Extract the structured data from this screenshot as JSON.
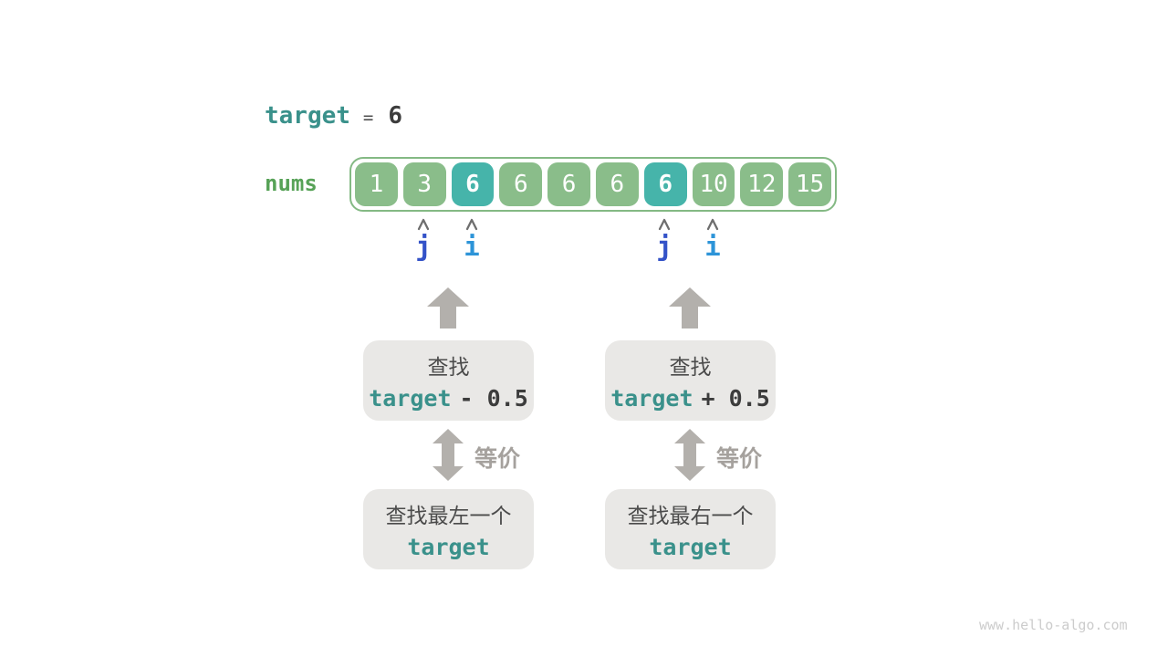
{
  "title_line": {
    "keyword": "target",
    "operator": "=",
    "value": "6"
  },
  "array": {
    "label": "nums",
    "values": [
      "1",
      "3",
      "6",
      "6",
      "6",
      "6",
      "6",
      "10",
      "12",
      "15"
    ],
    "highlighted_indices": [
      2,
      6
    ]
  },
  "pointers": [
    {
      "label": "j",
      "points_to_index": 1
    },
    {
      "label": "i",
      "points_to_index": 2
    },
    {
      "label": "j",
      "points_to_index": 6
    },
    {
      "label": "i",
      "points_to_index": 7
    }
  ],
  "flow": {
    "top_left_box": {
      "line1": "查找",
      "expr_keyword": "target",
      "expr_rest": "- 0.5"
    },
    "top_right_box": {
      "line1": "查找",
      "expr_keyword": "target",
      "expr_rest": "+ 0.5"
    },
    "equivalence_label": "等价",
    "bottom_left_box": {
      "line1": "查找最左一个",
      "line2": "target"
    },
    "bottom_right_box": {
      "line1": "查找最右一个",
      "line2": "target"
    }
  },
  "watermark": "www.hello-algo.com",
  "colors": {
    "teal_text": "#3a918b",
    "dark_text": "#3c3c3c",
    "green_label_text": "#57a257",
    "cell_green": "#8abd8a",
    "cell_highlight_teal": "#46b4aa",
    "cell_text": "#ffffff",
    "array_border_green": "#84b984",
    "arrow_gray": "#b3b0ac",
    "equivalence_label_gray": "#a5a19d",
    "caret_gray": "#6e6e6e",
    "box_background": "#e9e8e6",
    "pointer_j_blue": "#3453c8",
    "pointer_i_blue": "#2d94d8",
    "watermark_gray": "#cccccc"
  }
}
